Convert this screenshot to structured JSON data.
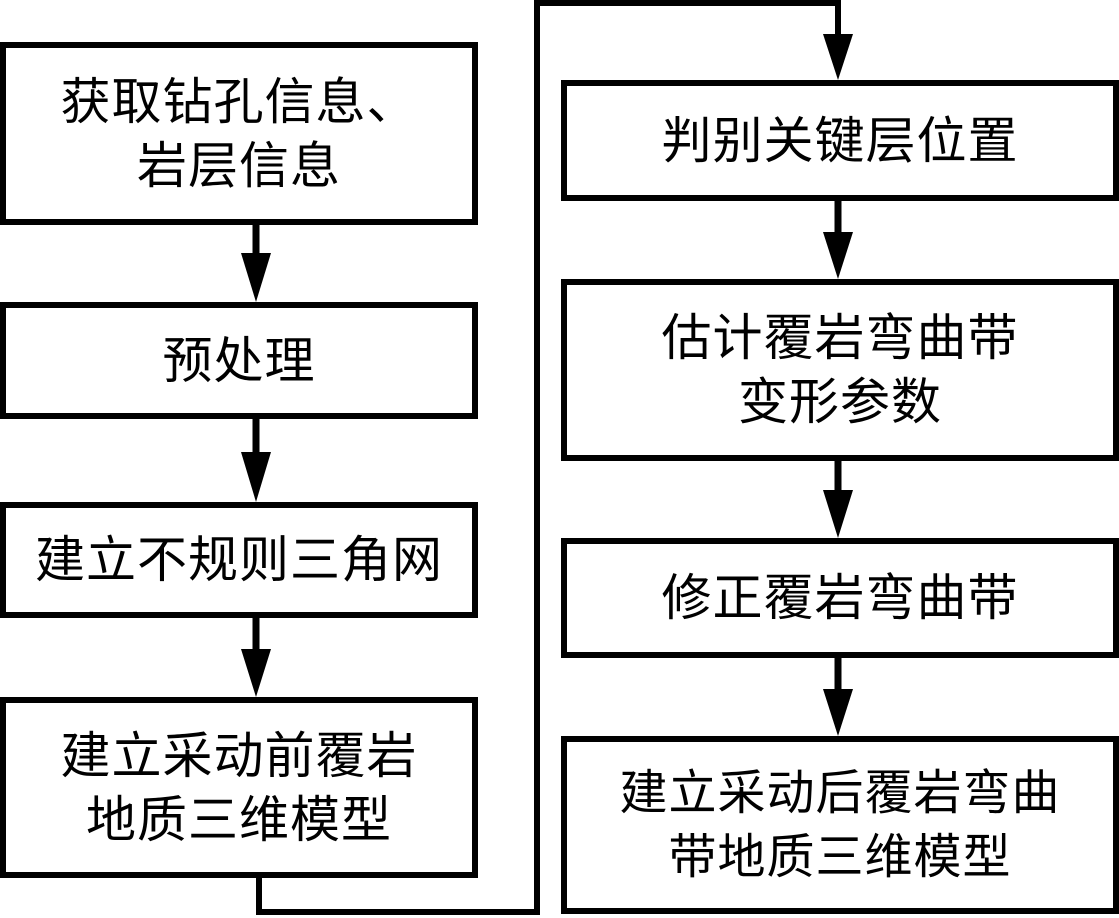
{
  "diagram": {
    "type": "flowchart",
    "colors": {
      "stroke": "#000000",
      "background": "#ffffff",
      "text": "#000000"
    },
    "steps": [
      {
        "id": "b1",
        "lines": [
          "获取钻孔信息、",
          "岩层信息"
        ]
      },
      {
        "id": "b2",
        "lines": [
          "预处理"
        ]
      },
      {
        "id": "b3",
        "lines": [
          "建立不规则三角网"
        ]
      },
      {
        "id": "b4",
        "lines": [
          "建立采动前覆岩",
          "地质三维模型"
        ]
      },
      {
        "id": "b5",
        "lines": [
          "判别关键层位置"
        ]
      },
      {
        "id": "b6",
        "lines": [
          "估计覆岩弯曲带",
          "变形参数"
        ]
      },
      {
        "id": "b7",
        "lines": [
          "修正覆岩弯曲带"
        ]
      },
      {
        "id": "b8",
        "lines": [
          "建立采动后覆岩弯曲",
          "带地质三维模型"
        ]
      }
    ],
    "edges": [
      {
        "from": "b1",
        "to": "b2"
      },
      {
        "from": "b2",
        "to": "b3"
      },
      {
        "from": "b3",
        "to": "b4"
      },
      {
        "from": "b4",
        "to": "b5"
      },
      {
        "from": "b5",
        "to": "b6"
      },
      {
        "from": "b6",
        "to": "b7"
      },
      {
        "from": "b7",
        "to": "b8"
      }
    ]
  }
}
